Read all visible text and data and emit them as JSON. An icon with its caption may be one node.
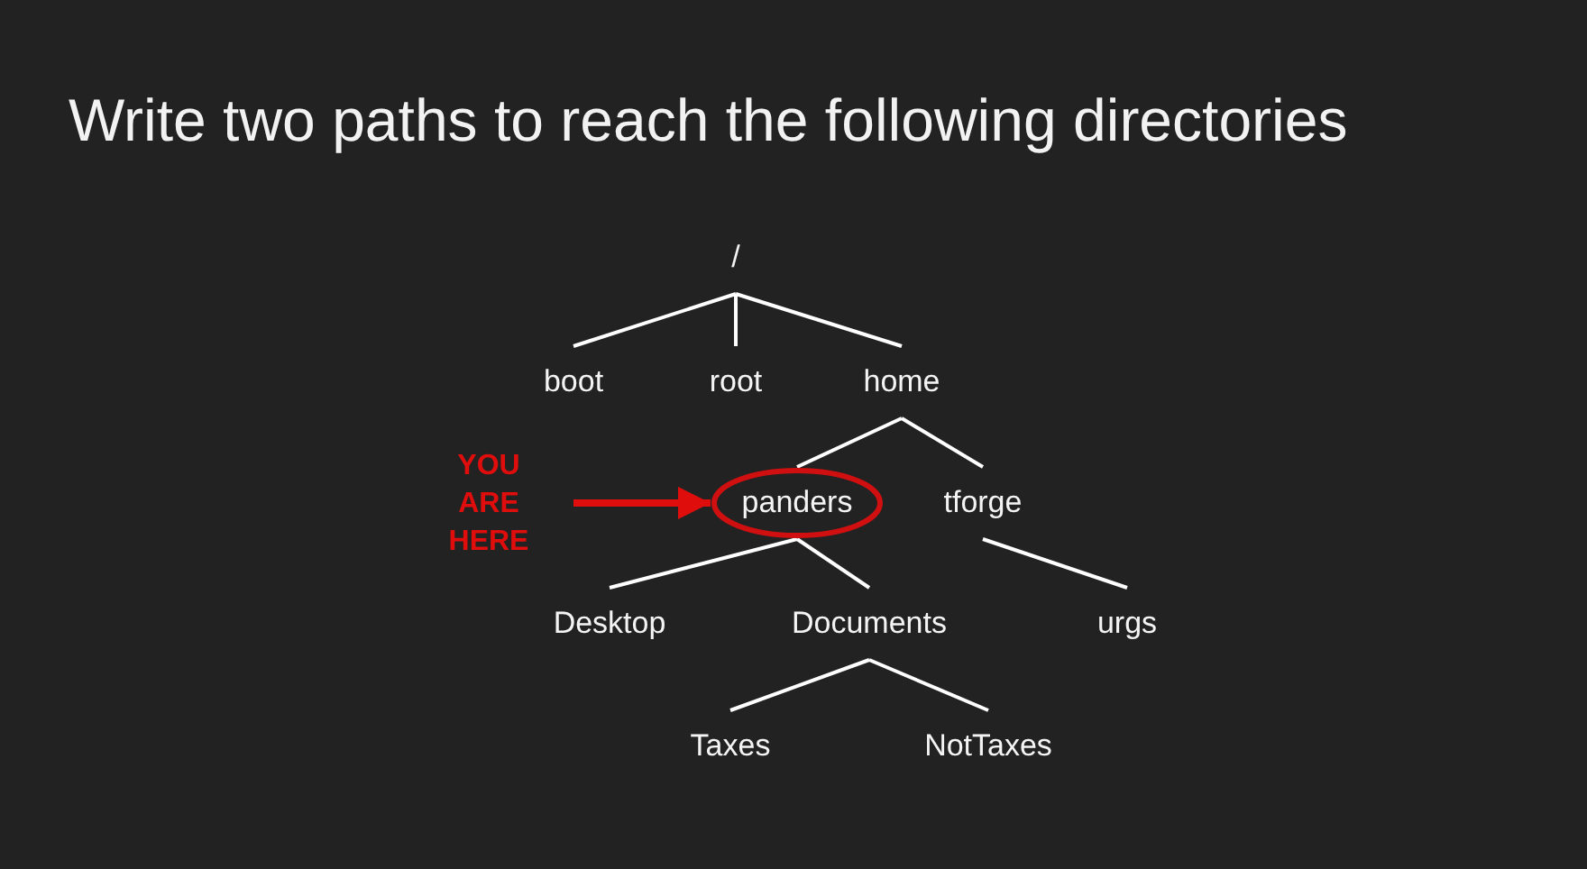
{
  "diagram": {
    "title": "Write two paths to reach the following directories",
    "nodes": [
      {
        "text": [
          "/"
        ]
      },
      {
        "text": [
          "boot"
        ]
      },
      {
        "text": [
          "root"
        ]
      },
      {
        "text": [
          "home"
        ]
      },
      {
        "text": [
          "panders"
        ]
      },
      {
        "text": [
          "tforge"
        ]
      },
      {
        "text": [
          "Desktop"
        ]
      },
      {
        "text": [
          "Documents"
        ]
      },
      {
        "text": [
          "urgs"
        ]
      },
      {
        "text": [
          "Taxes"
        ]
      },
      {
        "text": [
          "NotTaxes"
        ]
      },
      {
        "text": [
          "YOU ARE HERE"
        ]
      }
    ],
    "edges": [
      {
        "from": 0,
        "to": 1,
        "arrow": "none"
      },
      {
        "from": 0,
        "to": 2,
        "arrow": "none"
      },
      {
        "from": 0,
        "to": 3,
        "arrow": "none"
      },
      {
        "from": 3,
        "to": 4,
        "arrow": "none"
      },
      {
        "from": 3,
        "to": 5,
        "arrow": "none"
      },
      {
        "from": 4,
        "to": 6,
        "arrow": "none"
      },
      {
        "from": 4,
        "to": 7,
        "arrow": "none"
      },
      {
        "from": 5,
        "to": 8,
        "arrow": "none"
      },
      {
        "from": 7,
        "to": 9,
        "arrow": "none"
      },
      {
        "from": 7,
        "to": 10,
        "arrow": "none"
      },
      {
        "from": 11,
        "to": 4,
        "arrow": "to",
        "style": "thick",
        "color": "#e00d0d"
      }
    ]
  }
}
